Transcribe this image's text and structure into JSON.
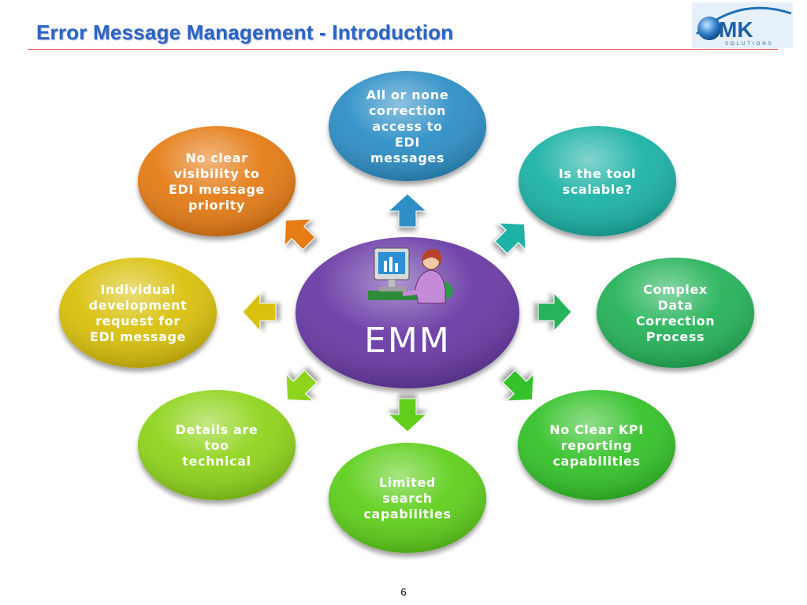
{
  "slide": {
    "title": "Error Message Management - Introduction",
    "page_number": "6"
  },
  "logo": {
    "text": "MK",
    "subtext": "SOLUTIONS"
  },
  "diagram": {
    "center": {
      "label": "EMM",
      "color": "#6a3aa6"
    },
    "nodes": [
      {
        "id": "top",
        "lines": [
          "All or none",
          "correction",
          "access to",
          "EDI",
          "messages"
        ],
        "color": "#2f8fc6"
      },
      {
        "id": "upper-right",
        "lines": [
          "Is the tool",
          "scalable?"
        ],
        "color": "#1fb2a6"
      },
      {
        "id": "right",
        "lines": [
          "Complex",
          "Data",
          "Correction",
          "Process"
        ],
        "color": "#25b35a"
      },
      {
        "id": "lower-right",
        "lines": [
          "No Clear KPI",
          "reporting",
          "capabilities"
        ],
        "color": "#36c22b"
      },
      {
        "id": "bottom",
        "lines": [
          "Limited",
          "search",
          "capabilities"
        ],
        "color": "#5fcf1a"
      },
      {
        "id": "lower-left",
        "lines": [
          "Details are",
          "too",
          "technical"
        ],
        "color": "#8fd41a"
      },
      {
        "id": "left",
        "lines": [
          "Individual",
          "development",
          "request for",
          "EDI message"
        ],
        "color": "#d9c10c"
      },
      {
        "id": "upper-left",
        "lines": [
          "No clear",
          "visibility to",
          "EDI message",
          "priority"
        ],
        "color": "#e57b12"
      }
    ]
  }
}
